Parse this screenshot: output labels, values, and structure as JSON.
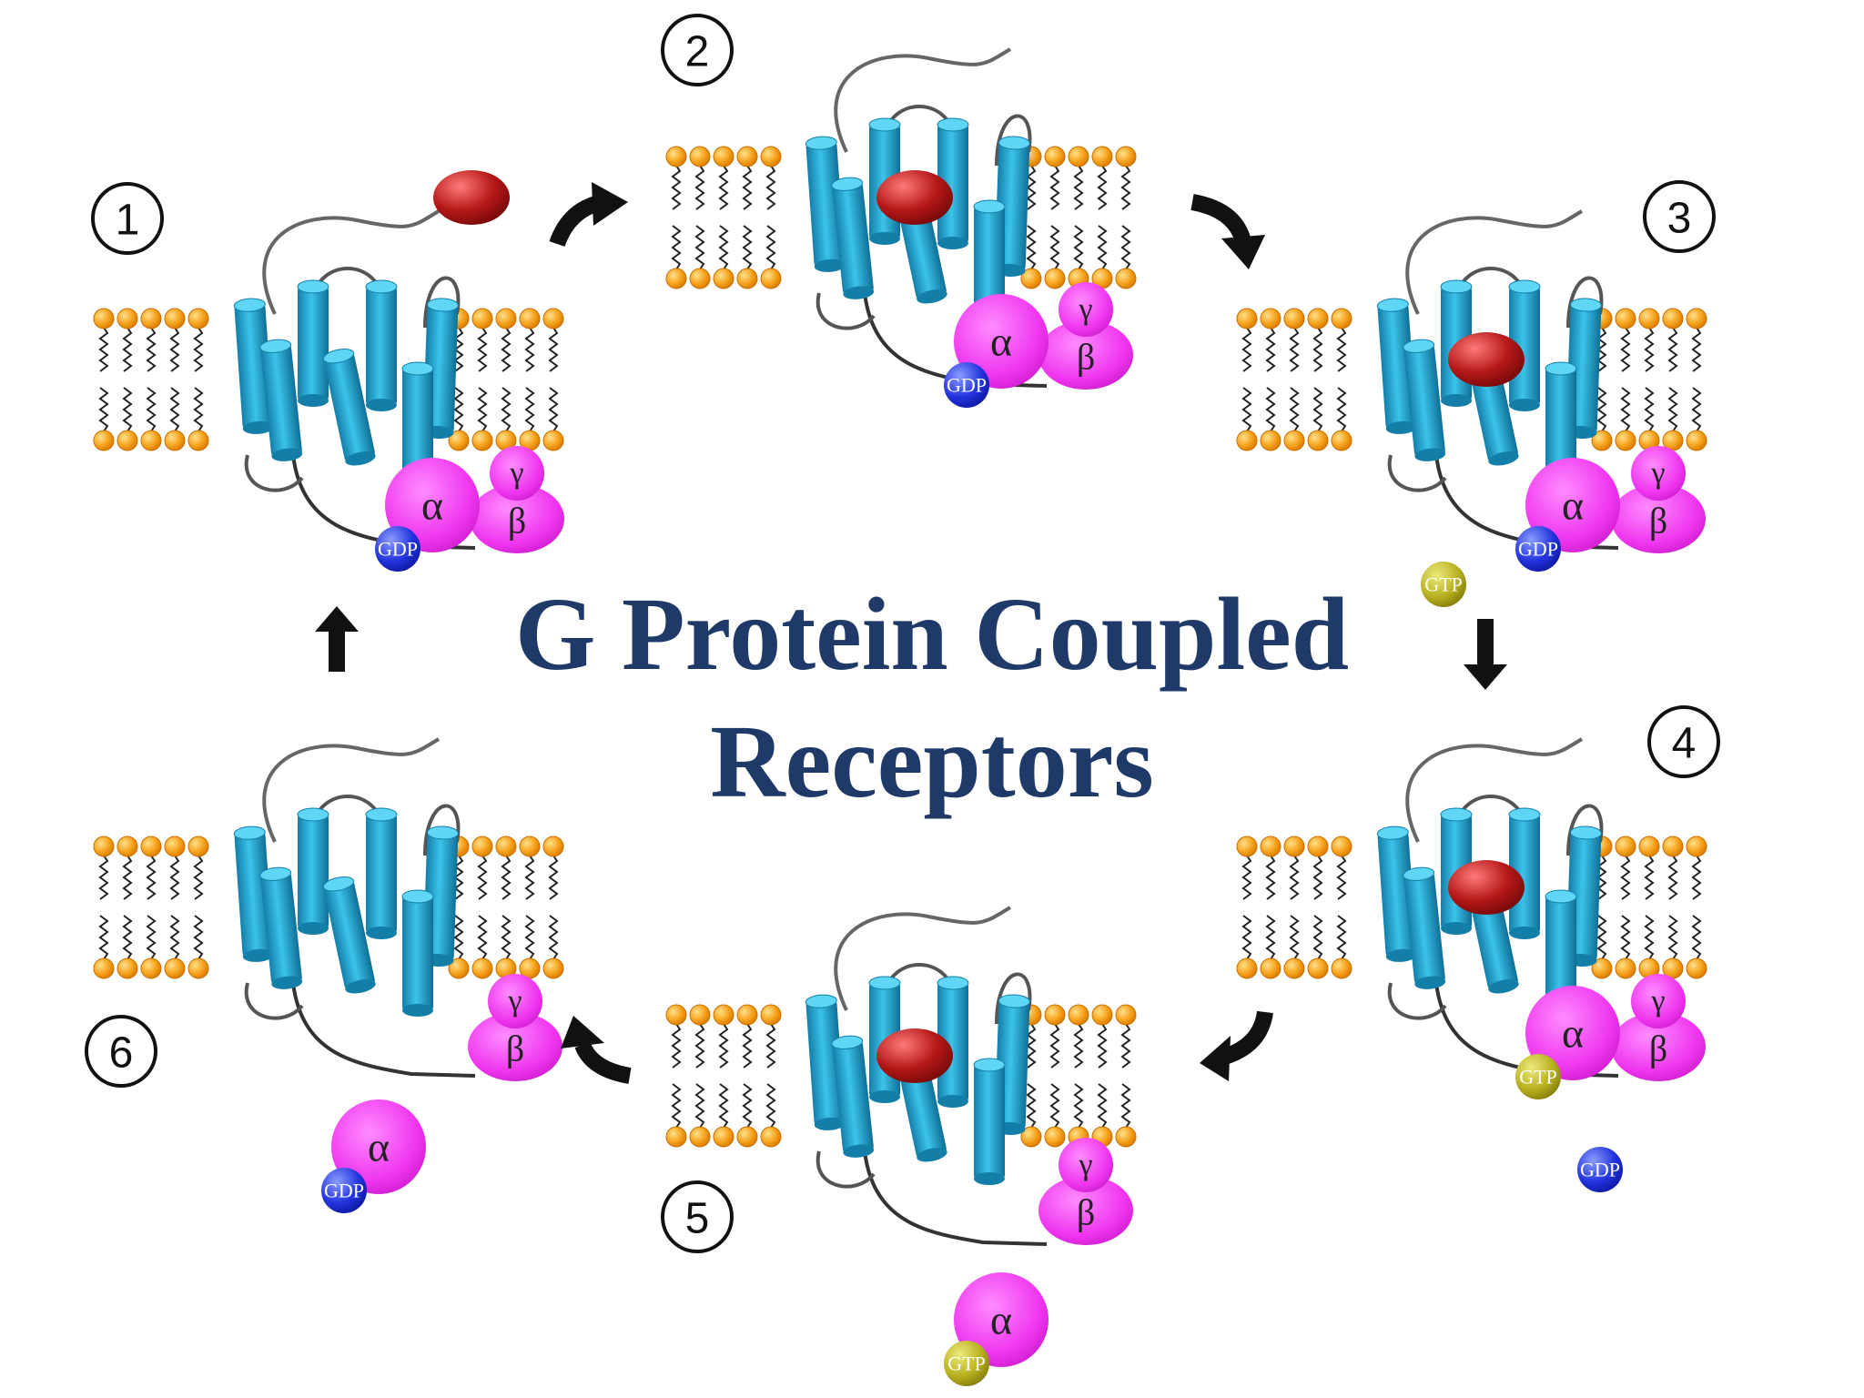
{
  "title": {
    "line1": "G Protein Coupled",
    "line2": "Receptors"
  },
  "labels": {
    "alpha": "α",
    "beta": "β",
    "gamma": "γ",
    "gdp": "GDP",
    "gtp": "GTP"
  },
  "stages": [
    {
      "number": "1",
      "ligand_bound": false,
      "alpha_state": "GDP",
      "alpha_attached": true,
      "free_nucleotide": null
    },
    {
      "number": "2",
      "ligand_bound": true,
      "alpha_state": "GDP",
      "alpha_attached": true,
      "free_nucleotide": null
    },
    {
      "number": "3",
      "ligand_bound": true,
      "alpha_state": "GDP",
      "alpha_attached": true,
      "free_nucleotide": "GTP"
    },
    {
      "number": "4",
      "ligand_bound": true,
      "alpha_state": "GTP",
      "alpha_attached": true,
      "free_nucleotide": "GDP"
    },
    {
      "number": "5",
      "ligand_bound": true,
      "alpha_state": "GTP",
      "alpha_attached": false,
      "free_nucleotide": null
    },
    {
      "number": "6",
      "ligand_bound": false,
      "alpha_state": "GDP",
      "alpha_attached": false,
      "free_nucleotide": null
    }
  ],
  "colors": {
    "title": "#1f3a68",
    "helix": "#27a6d2",
    "lipid_head": "#f6a21c",
    "g_protein": "#ee33ee",
    "gdp": "#2233dd",
    "gtp": "#b8b020",
    "ligand": "#b51818"
  }
}
